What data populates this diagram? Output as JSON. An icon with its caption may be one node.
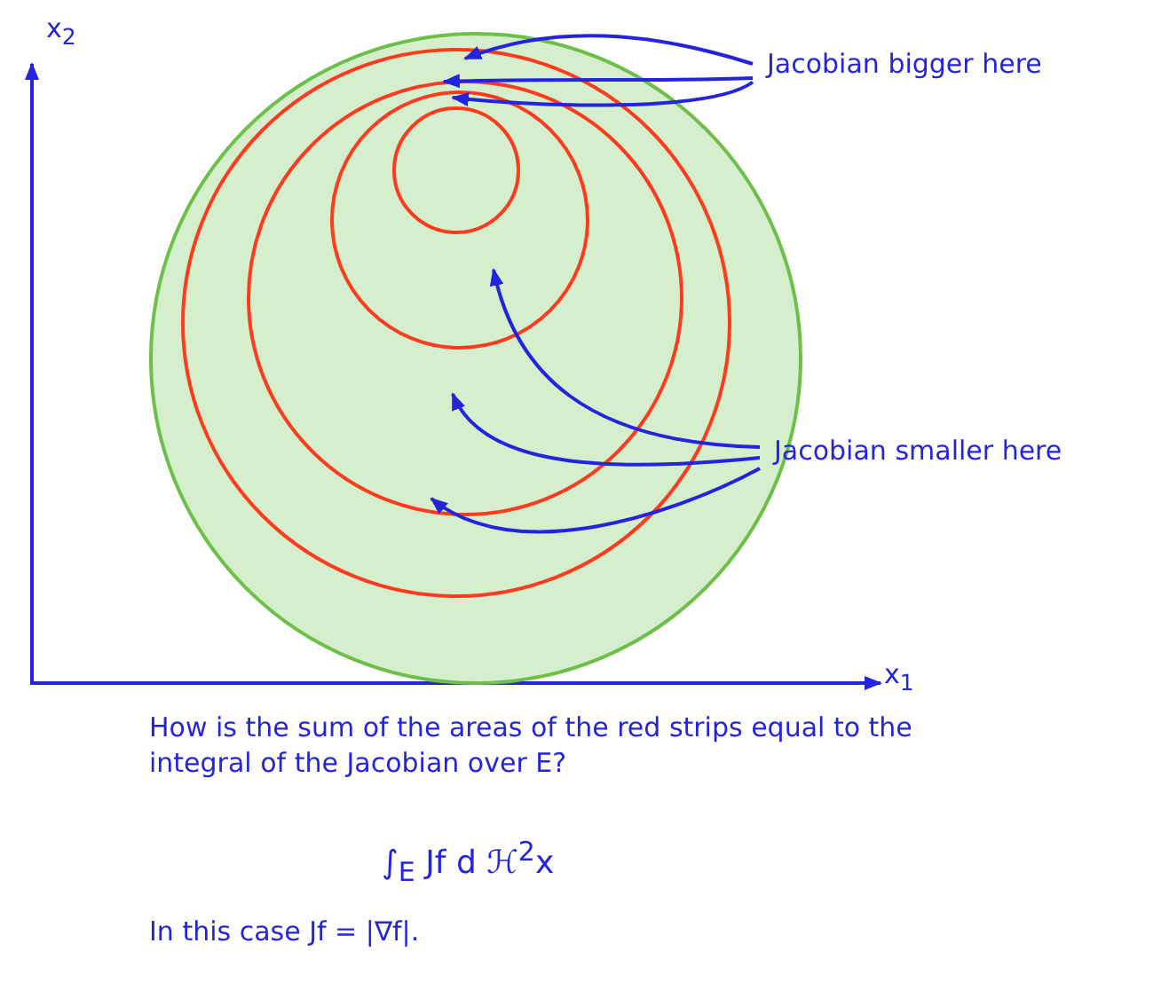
{
  "diagram": {
    "nodes": [
      {
        "text": [
          "Jacobian bigger here"
        ]
      },
      {
        "text": [
          "Jacobian smaller here"
        ]
      },
      {
        "text": [],
        "shape": "circle"
      },
      {
        "text": [],
        "shape": "circle",
        "in": 2
      },
      {
        "text": [],
        "shape": "circle",
        "in": 3
      },
      {
        "text": [],
        "shape": "circle",
        "in": 4
      },
      {
        "text": [],
        "shape": "circle",
        "in": 5
      }
    ],
    "edges": [
      {
        "from": 0,
        "to": 3,
        "arrow": "to"
      },
      {
        "from": 0,
        "to": 4,
        "arrow": "to"
      },
      {
        "from": 0,
        "to": 5,
        "arrow": "to"
      },
      {
        "from": 1,
        "to": 5,
        "arrow": "to"
      },
      {
        "from": 1,
        "to": 4,
        "arrow": "to"
      },
      {
        "from": 1,
        "to": 3,
        "arrow": "to"
      }
    ],
    "labels": [
      "x$_{2}$",
      "x$_{1}$",
      "How is the sum of the areas of the red strips equal to the integral of the Jacobian over E?",
      "∫$_{E}$ Jf d ℋ$^{2}$x",
      "In this case Jf = |∇f|."
    ]
  }
}
